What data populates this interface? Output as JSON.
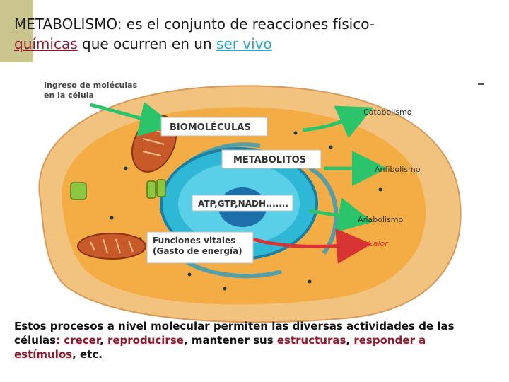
{
  "title": {
    "part1": "METABOLISMO: es el conjunto de reacciones físico-",
    "part2": "químicas",
    "part3": " que ocurren en un ",
    "part4": "ser",
    "part5": " ",
    "part6": "vivo"
  },
  "diagram": {
    "ingreso": [
      "Ingreso de moléculas",
      "en la célula"
    ],
    "biomoleculas": "BIOMOLÉCULAS",
    "metabolitos": "METABOLITOS",
    "atp": "ATP,GTP,NADH.......",
    "funciones": [
      "Funciones vitales",
      "(Gasto de energía)"
    ],
    "catabolismo": "Catabolismo",
    "anfibolismo": "Anfibolismo",
    "anabolismo": "Anabolismo",
    "calor": "Calor"
  },
  "caption": {
    "c1": "Estos  procesos a nivel molecular permiten las diversas actividades de las células",
    "c2": ":",
    "c3": " crecer",
    "c4": ",",
    "c5": " reproducirse",
    "c6": ",",
    "c7": " mantener sus",
    "c8": " estructuras",
    "c9": ",",
    "c10": " responder a estímulos",
    "c11": ",",
    "c12": " etc",
    "c13": "."
  },
  "colors": {
    "accent_dark_red": "#8b1a2b",
    "accent_cyan": "#2aa7c9",
    "cell_outer": "#f2c27f",
    "cytoplasm": "#f5a93a",
    "nucleus": "#2fb8d6",
    "arrow_green": "#2cc46a",
    "arrow_red": "#d93434",
    "corner_block": "#c9c58c"
  }
}
